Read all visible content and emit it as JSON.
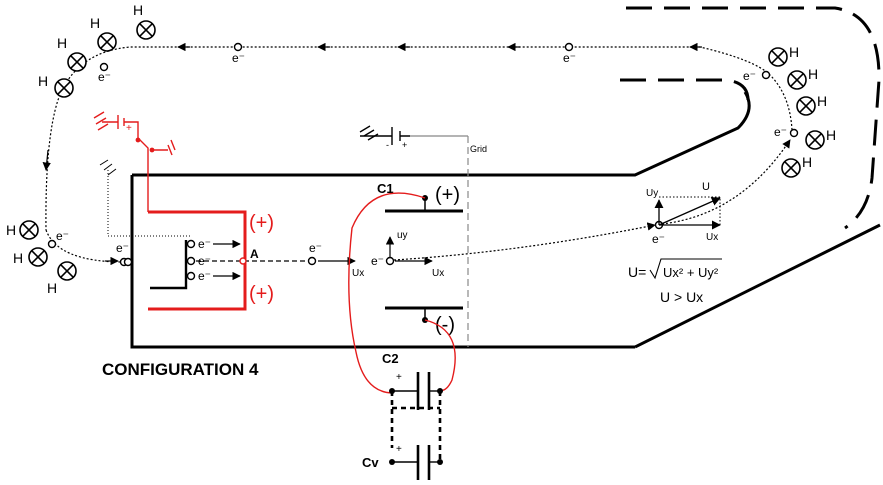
{
  "title": "CONFIGURATION  4",
  "labels": {
    "hydrogen": "H",
    "electron": "e⁻",
    "grid": "Grid",
    "c1": "C1",
    "c2": "C2",
    "cv": "Cv",
    "plus_paren": "(+)",
    "minus_paren": "(-)",
    "point_a": "A",
    "plus": "+",
    "minus": "-",
    "u": "U",
    "uy": "Uy",
    "ux": "Ux",
    "u_small_y": "uy",
    "formula_lhs": "U=",
    "formula_rhs": "Ux² + Uy²",
    "inequality": "U > Ux"
  },
  "colors": {
    "line": "#000000",
    "accent": "#e41c1c",
    "grid_line": "#888888"
  },
  "icons": {
    "lamp": "circle-cross-lamp",
    "ground": "ground-symbol",
    "battery": "battery-symbol",
    "capacitor": "capacitor-symbol"
  }
}
